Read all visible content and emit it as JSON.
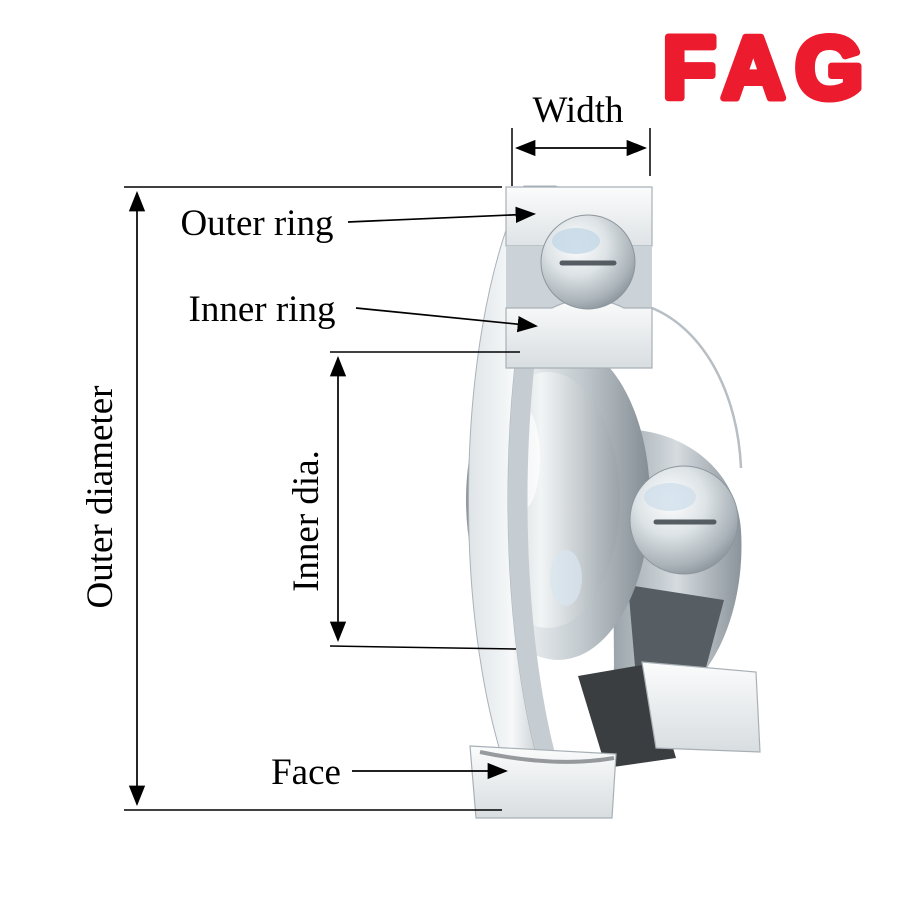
{
  "brand": {
    "logo_text": "FAG",
    "logo_color": "#EC1B2E"
  },
  "figure": {
    "name": "ball-bearing-cutaway-illustration",
    "background_color": "#FFFFFF"
  },
  "labels": {
    "width": "Width",
    "outer_ring": "Outer ring",
    "inner_ring": "Inner ring",
    "inner_dia": "Inner dia.",
    "outer_diameter": "Outer diameter",
    "face": "Face"
  }
}
